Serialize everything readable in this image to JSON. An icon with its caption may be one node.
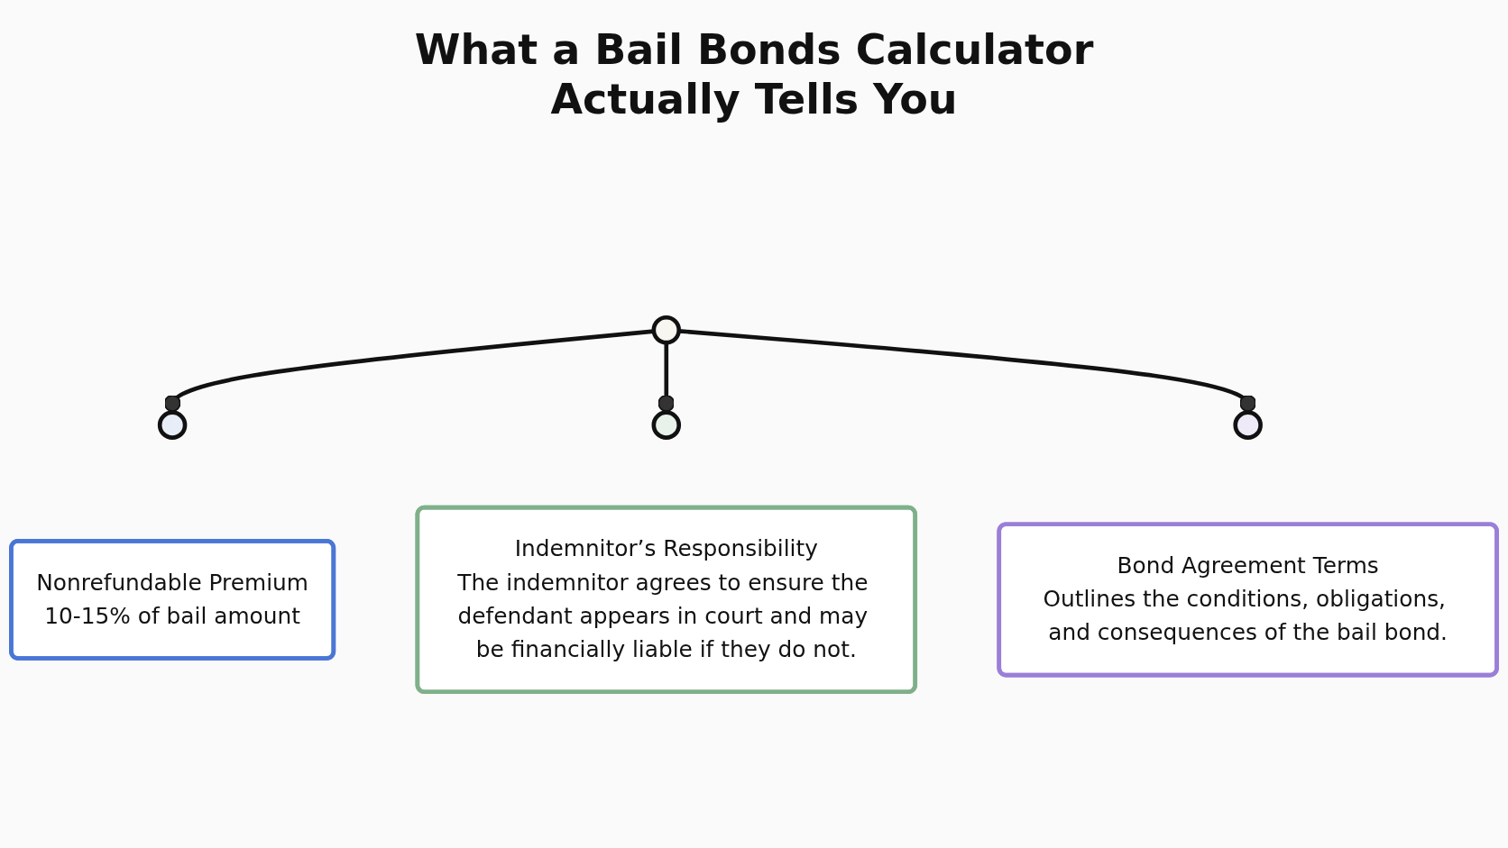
{
  "diagram": {
    "title": "What a Bail Bonds Calculator Actually Tells You",
    "nodes": [
      {
        "text": [],
        "shape": "circle"
      },
      {
        "text": [],
        "shape": "circle"
      },
      {
        "text": [],
        "shape": "circle"
      },
      {
        "text": [],
        "shape": "circle"
      },
      {
        "text": [
          "Nonrefundable Premium",
          "10-15% of bail amount"
        ]
      },
      {
        "text": [
          "Indemnitor’s Responsibility",
          "The indemnitor agrees to ensure the defendant appears in court and may be financially liable if they do not."
        ]
      },
      {
        "text": [
          "Bond Agreement Terms",
          "Outlines the conditions, obligations, and consequences of the bail bond."
        ]
      }
    ],
    "edges": [
      {
        "from": 0,
        "to": 1,
        "arrow": "other"
      },
      {
        "from": 0,
        "to": 2,
        "arrow": "other"
      },
      {
        "from": 0,
        "to": 3,
        "arrow": "other"
      }
    ]
  }
}
